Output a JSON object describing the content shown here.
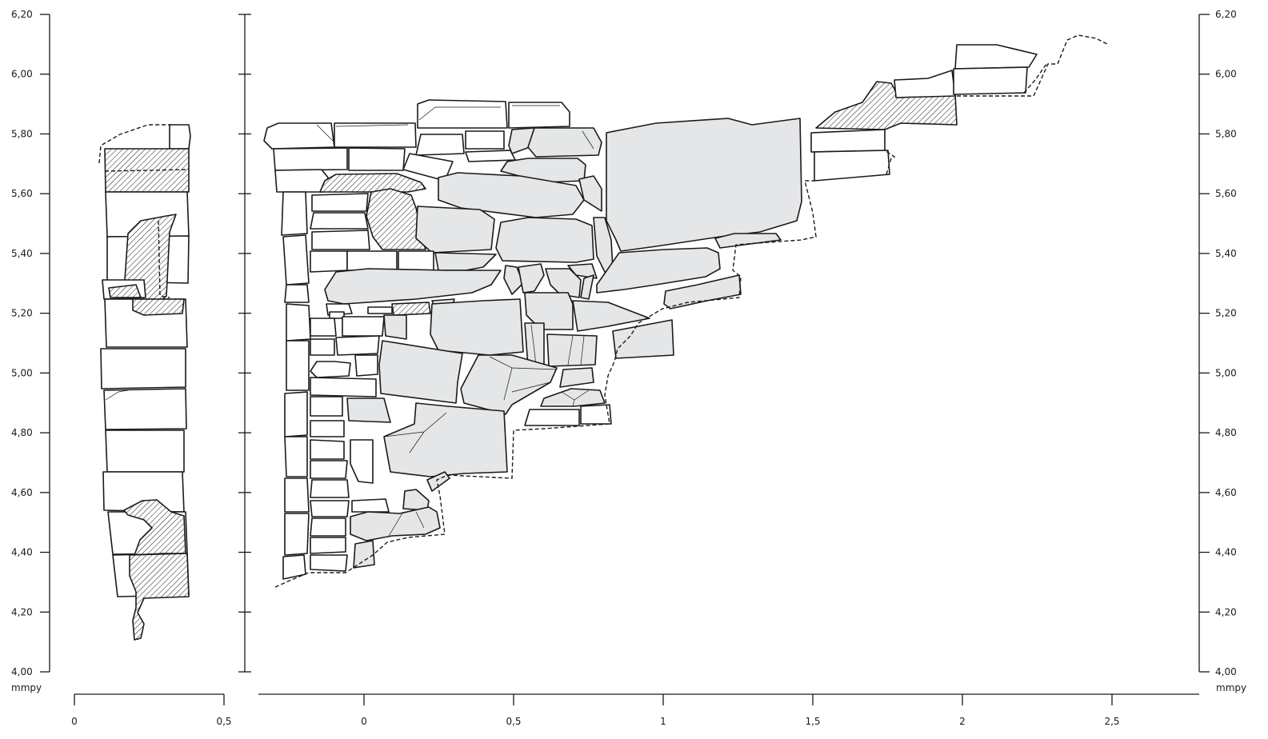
{
  "y_axis": {
    "unit_label": "mmpy",
    "ticks": [
      "6,20",
      "6,00",
      "5,80",
      "5,60",
      "5,40",
      "5,20",
      "5,00",
      "4,80",
      "4,60",
      "4,40",
      "4,20",
      "4,00"
    ]
  },
  "x_axis_section": {
    "ticks": [
      "0",
      "0,5"
    ]
  },
  "x_axis_elevation": {
    "ticks": [
      "0",
      "0,5",
      "1",
      "1,5",
      "2",
      "2,5"
    ]
  },
  "legend_fills": {
    "plain_stone": "#ffffff",
    "grey_stone": "#e5e6e7",
    "hatched_stone": "hatch",
    "outline": "#1a1a1a"
  }
}
